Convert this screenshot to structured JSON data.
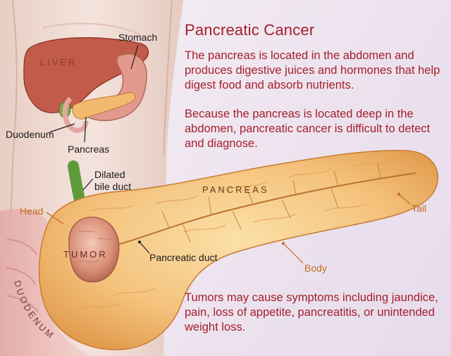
{
  "title": "Pancreatic Cancer",
  "paragraph_1": "The pancreas is located in the abdomen and produces digestive juices and hormones that help digest food and absorb nutrients.",
  "paragraph_2": "Because the pancreas is located deep in the abdomen, pancreatic cancer is difficult to detect and diagnose.",
  "paragraph_3": "Tumors may cause symptoms including jaundice, pain, loss of appetite, pancreatitis, or unintended weight loss.",
  "labels": {
    "liver": "LIVER",
    "stomach": "Stomach",
    "duodenum_small": "Duodenum",
    "pancreas_small": "Pancreas",
    "dilated_line1": "Dilated",
    "dilated_line2": "bile duct",
    "head": "Head",
    "pancreas_big": "PANCREAS",
    "tail": "Tail",
    "tumor": "TUMOR",
    "pancreatic_duct": "Pancreatic duct",
    "body": "Body",
    "duodenum_big": "DUODENUM"
  },
  "colors": {
    "title": "#a4202c",
    "label_orange": "#c06a1c",
    "pancreas_fill": "#f4c27c",
    "skin": "#f1ddd2",
    "liver": "#c25b4a"
  }
}
